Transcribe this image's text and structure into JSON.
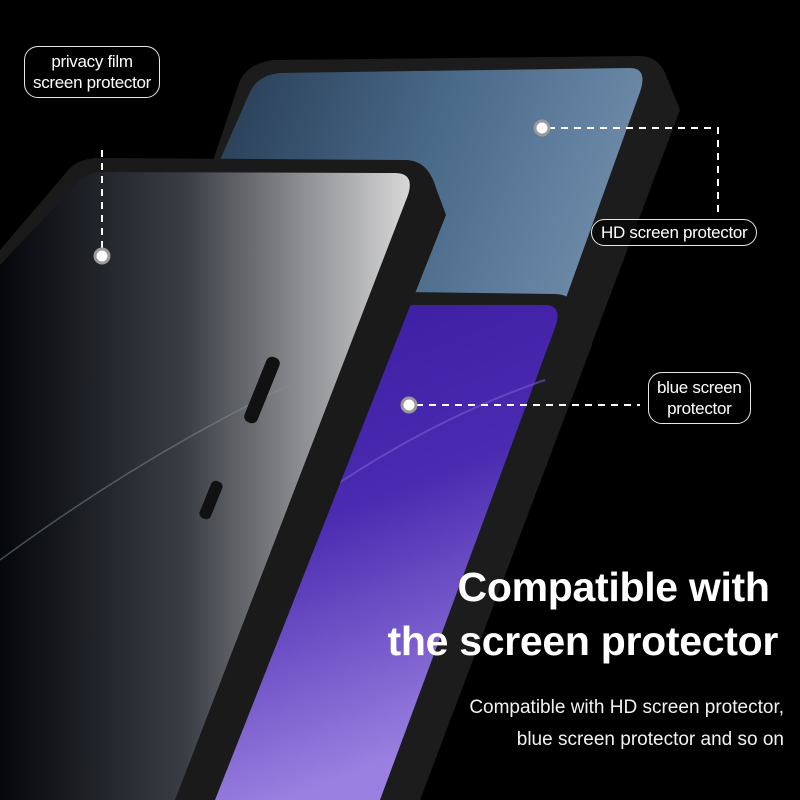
{
  "labels": {
    "privacy": [
      "privacy film",
      "screen protector"
    ],
    "hd": "HD  screen protector",
    "blue": [
      "blue screen",
      "protector"
    ]
  },
  "headline": [
    "Compatible with",
    "the screen protector"
  ],
  "subtext": [
    "Compatible with HD  screen protector,",
    "blue screen protector and so on"
  ],
  "colors": {
    "background": "#000000",
    "privacy_screen": "#2a2e36",
    "hd_screen": "#4a6888",
    "blue_screen": "#3a1a9a",
    "frame": "#1b1b1b"
  }
}
